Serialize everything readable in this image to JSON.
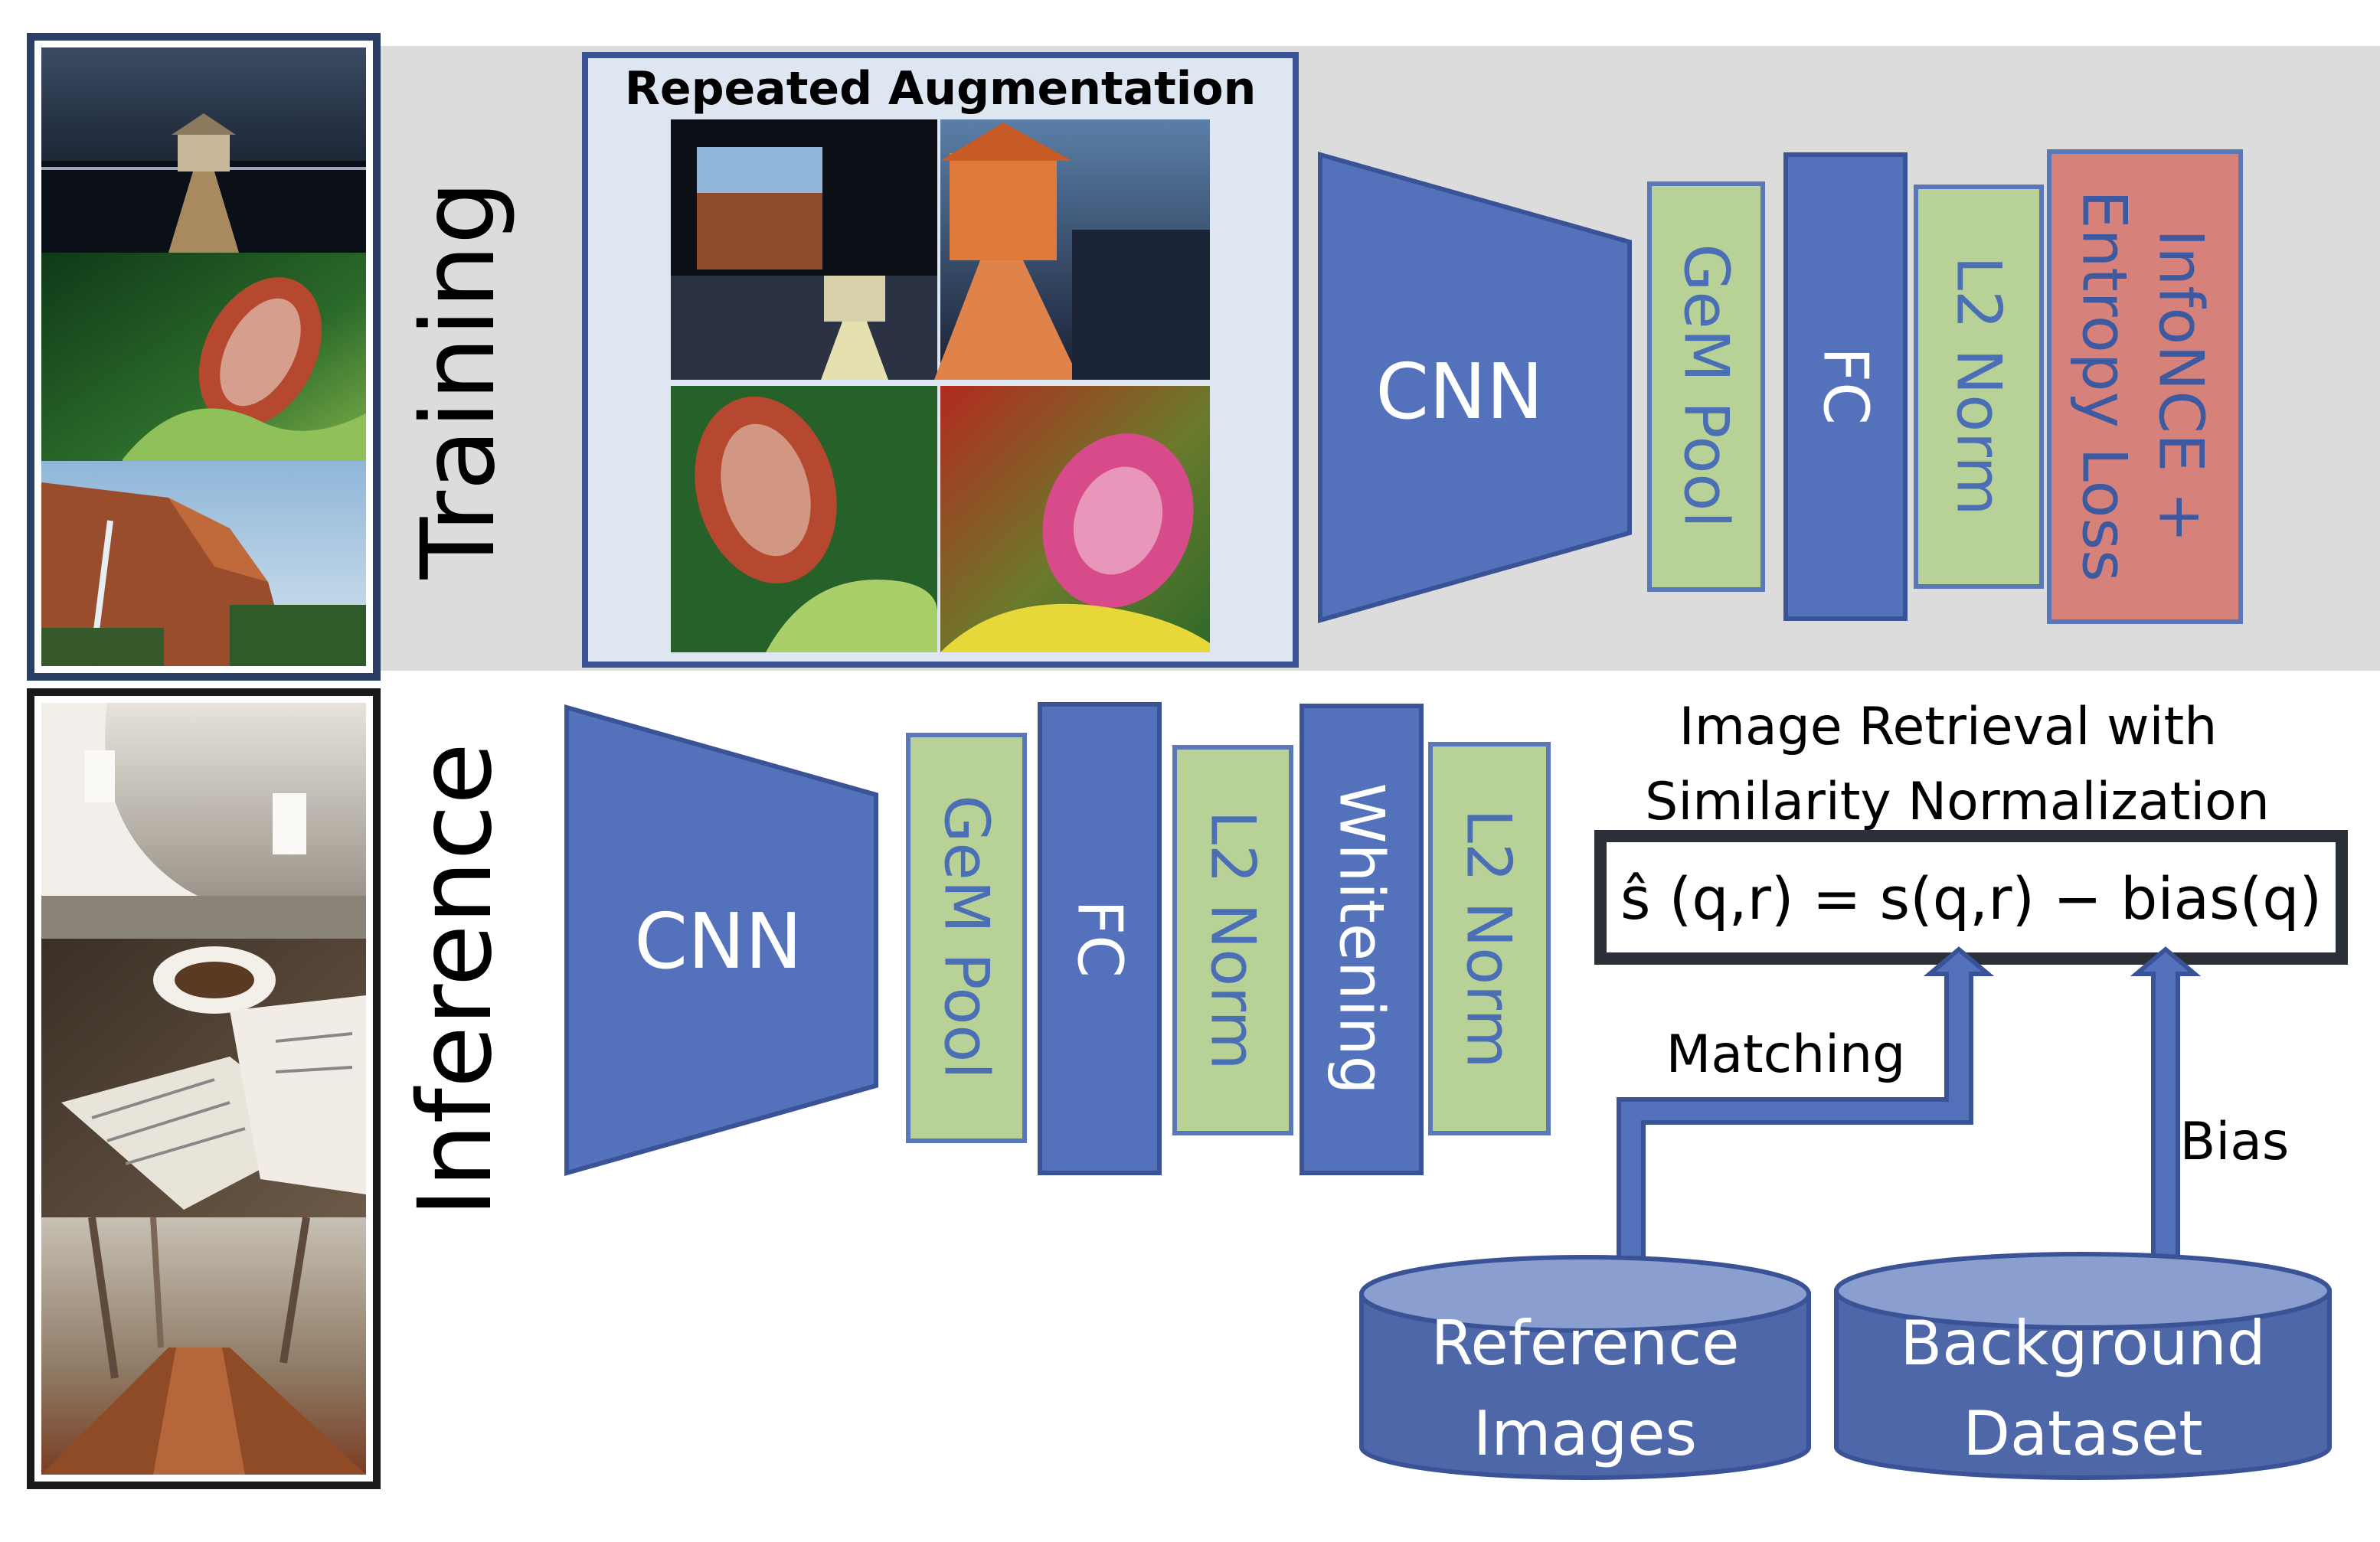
{
  "training": {
    "section_label": "Training",
    "augmentation_title": "Repeated Augmentation",
    "cnn_label": "CNN",
    "gem_label": "GeM Pool",
    "fc_label": "FC",
    "l2_label": "L2 Norm",
    "loss_line1": "InfoNCE +",
    "loss_line2": "Entropy Loss"
  },
  "inference": {
    "section_label": "Inference",
    "cnn_label": "CNN",
    "gem_label": "GeM Pool",
    "fc_label": "FC",
    "l2_label_1": "L2 Norm",
    "whitening_label": "Whitening",
    "l2_label_2": "L2 Norm"
  },
  "retrieval": {
    "title_line1": "Image Retrieval with",
    "title_line2": "Similarity Normalization",
    "formula": "ŝ (q,r) = s(q,r) − bias(q)",
    "matching_label": "Matching",
    "bias_label": "Bias",
    "reference_line1": "Reference",
    "reference_line2": "Images",
    "background_line1": "Background",
    "background_line2": "Dataset"
  },
  "colors": {
    "blue": "#5472BC",
    "blue_stroke": "#3A5396",
    "green": "#B8D197",
    "green_stroke": "#5A78B8",
    "loss_red": "#D6817A",
    "training_bg": "#DCDCDC",
    "aug_panel": "#DEE6F2",
    "db_blue": "#4D67A8"
  }
}
